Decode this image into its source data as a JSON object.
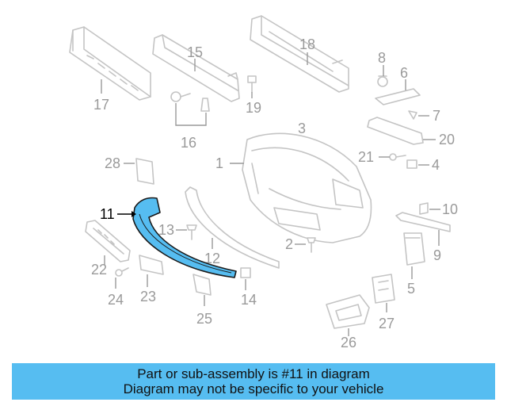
{
  "colors": {
    "highlight": "#56bdf1",
    "banner_bg": "#56bdf1",
    "part_line": "#c4c4c4",
    "label_gray": "#9a9a9a",
    "label_active": "#000000"
  },
  "highlighted_part": "11",
  "labels": {
    "p1": "1",
    "p2": "2",
    "p3": "3",
    "p4": "4",
    "p5": "5",
    "p6": "6",
    "p7": "7",
    "p8": "8",
    "p9": "9",
    "p10": "10",
    "p11": "11",
    "p12": "12",
    "p13": "13",
    "p14": "14",
    "p15": "15",
    "p16": "16",
    "p17": "17",
    "p18": "18",
    "p19": "19",
    "p20": "20",
    "p21": "21",
    "p22": "22",
    "p23": "23",
    "p24": "24",
    "p25": "25",
    "p26": "26",
    "p27": "27",
    "p28": "28"
  },
  "banner": {
    "line1": "Part or sub-assembly is #11 in diagram",
    "line2": "Diagram may not be specific to your vehicle"
  }
}
